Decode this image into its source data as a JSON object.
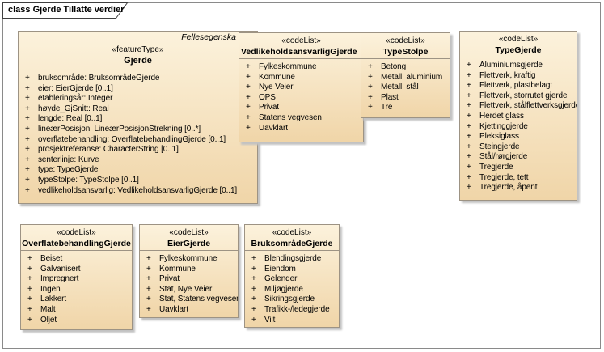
{
  "colors": {
    "fill_top": "#fcf2dc",
    "fill_bottom": "#f0d5a8",
    "border": "#9d9384",
    "shadow": "#c2c2c2",
    "frame_border": "#8a8a8a",
    "tab_border": "#3f3f3f"
  },
  "frame": {
    "title": "class Gjerde Tillatte verdier"
  },
  "ui": {
    "plus": "+"
  },
  "classes": {
    "gjerde": {
      "note": "Fellesegenska",
      "stereotype": "«featureType»",
      "name": "Gjerde",
      "attributes": [
        "bruksområde: BruksområdeGjerde",
        "eier: EierGjerde [0..1]",
        "etableringsår: Integer",
        "høyde_GjSnitt: Real",
        "lengde: Real [0..1]",
        "lineærPosisjon: LineærPosisjonStrekning [0..*]",
        "overflatebehandling: OverflatebehandlingGjerde [0..1]",
        "prosjektreferanse: CharacterString [0..1]",
        "senterlinje: Kurve",
        "type: TypeGjerde",
        "typeStolpe: TypeStolpe [0..1]",
        "vedlikeholdsansvarlig: VedlikeholdsansvarligGjerde [0..1]"
      ]
    },
    "vedlikeholdsansvarlig_gjerde": {
      "stereotype": "«codeList»",
      "name": "VedlikeholdsansvarligGjerde",
      "values": [
        "Fylkeskommune",
        "Kommune",
        "Nye Veier",
        "OPS",
        "Privat",
        "Statens vegvesen",
        "Uavklart"
      ]
    },
    "type_stolpe": {
      "stereotype": "«codeList»",
      "name": "TypeStolpe",
      "values": [
        "Betong",
        "Metall, aluminium",
        "Metall, stål",
        "Plast",
        "Tre"
      ]
    },
    "type_gjerde": {
      "stereotype": "«codeList»",
      "name": "TypeGjerde",
      "values": [
        "Aluminiumsgjerde",
        "Flettverk, kraftig",
        "Flettverk, plastbelagt",
        "Flettverk, storrutet gjerde",
        "Flettverk, stålflettverksgjerde",
        "Herdet glass",
        "Kjettinggjerde",
        "Pleksiglass",
        "Steingjerde",
        "Stål/rørgjerde",
        "Tregjerde",
        "Tregjerde, tett",
        "Tregjerde, åpent"
      ]
    },
    "overflatebehandling_gjerde": {
      "stereotype": "«codeList»",
      "name": "OverflatebehandlingGjerde",
      "values": [
        "Beiset",
        "Galvanisert",
        "Impregnert",
        "Ingen",
        "Lakkert",
        "Malt",
        "Oljet"
      ]
    },
    "eier_gjerde": {
      "stereotype": "«codeList»",
      "name": "EierGjerde",
      "values": [
        "Fylkeskommune",
        "Kommune",
        "Privat",
        "Stat, Nye Veier",
        "Stat, Statens vegvesen",
        "Uavklart"
      ]
    },
    "bruksomrade_gjerde": {
      "stereotype": "«codeList»",
      "name": "BruksområdeGjerde",
      "values": [
        "Blendingsgjerde",
        "Eiendom",
        "Gelender",
        "Miljøgjerde",
        "Sikringsgjerde",
        "Trafikk-/ledegjerde",
        "Vilt"
      ]
    }
  }
}
